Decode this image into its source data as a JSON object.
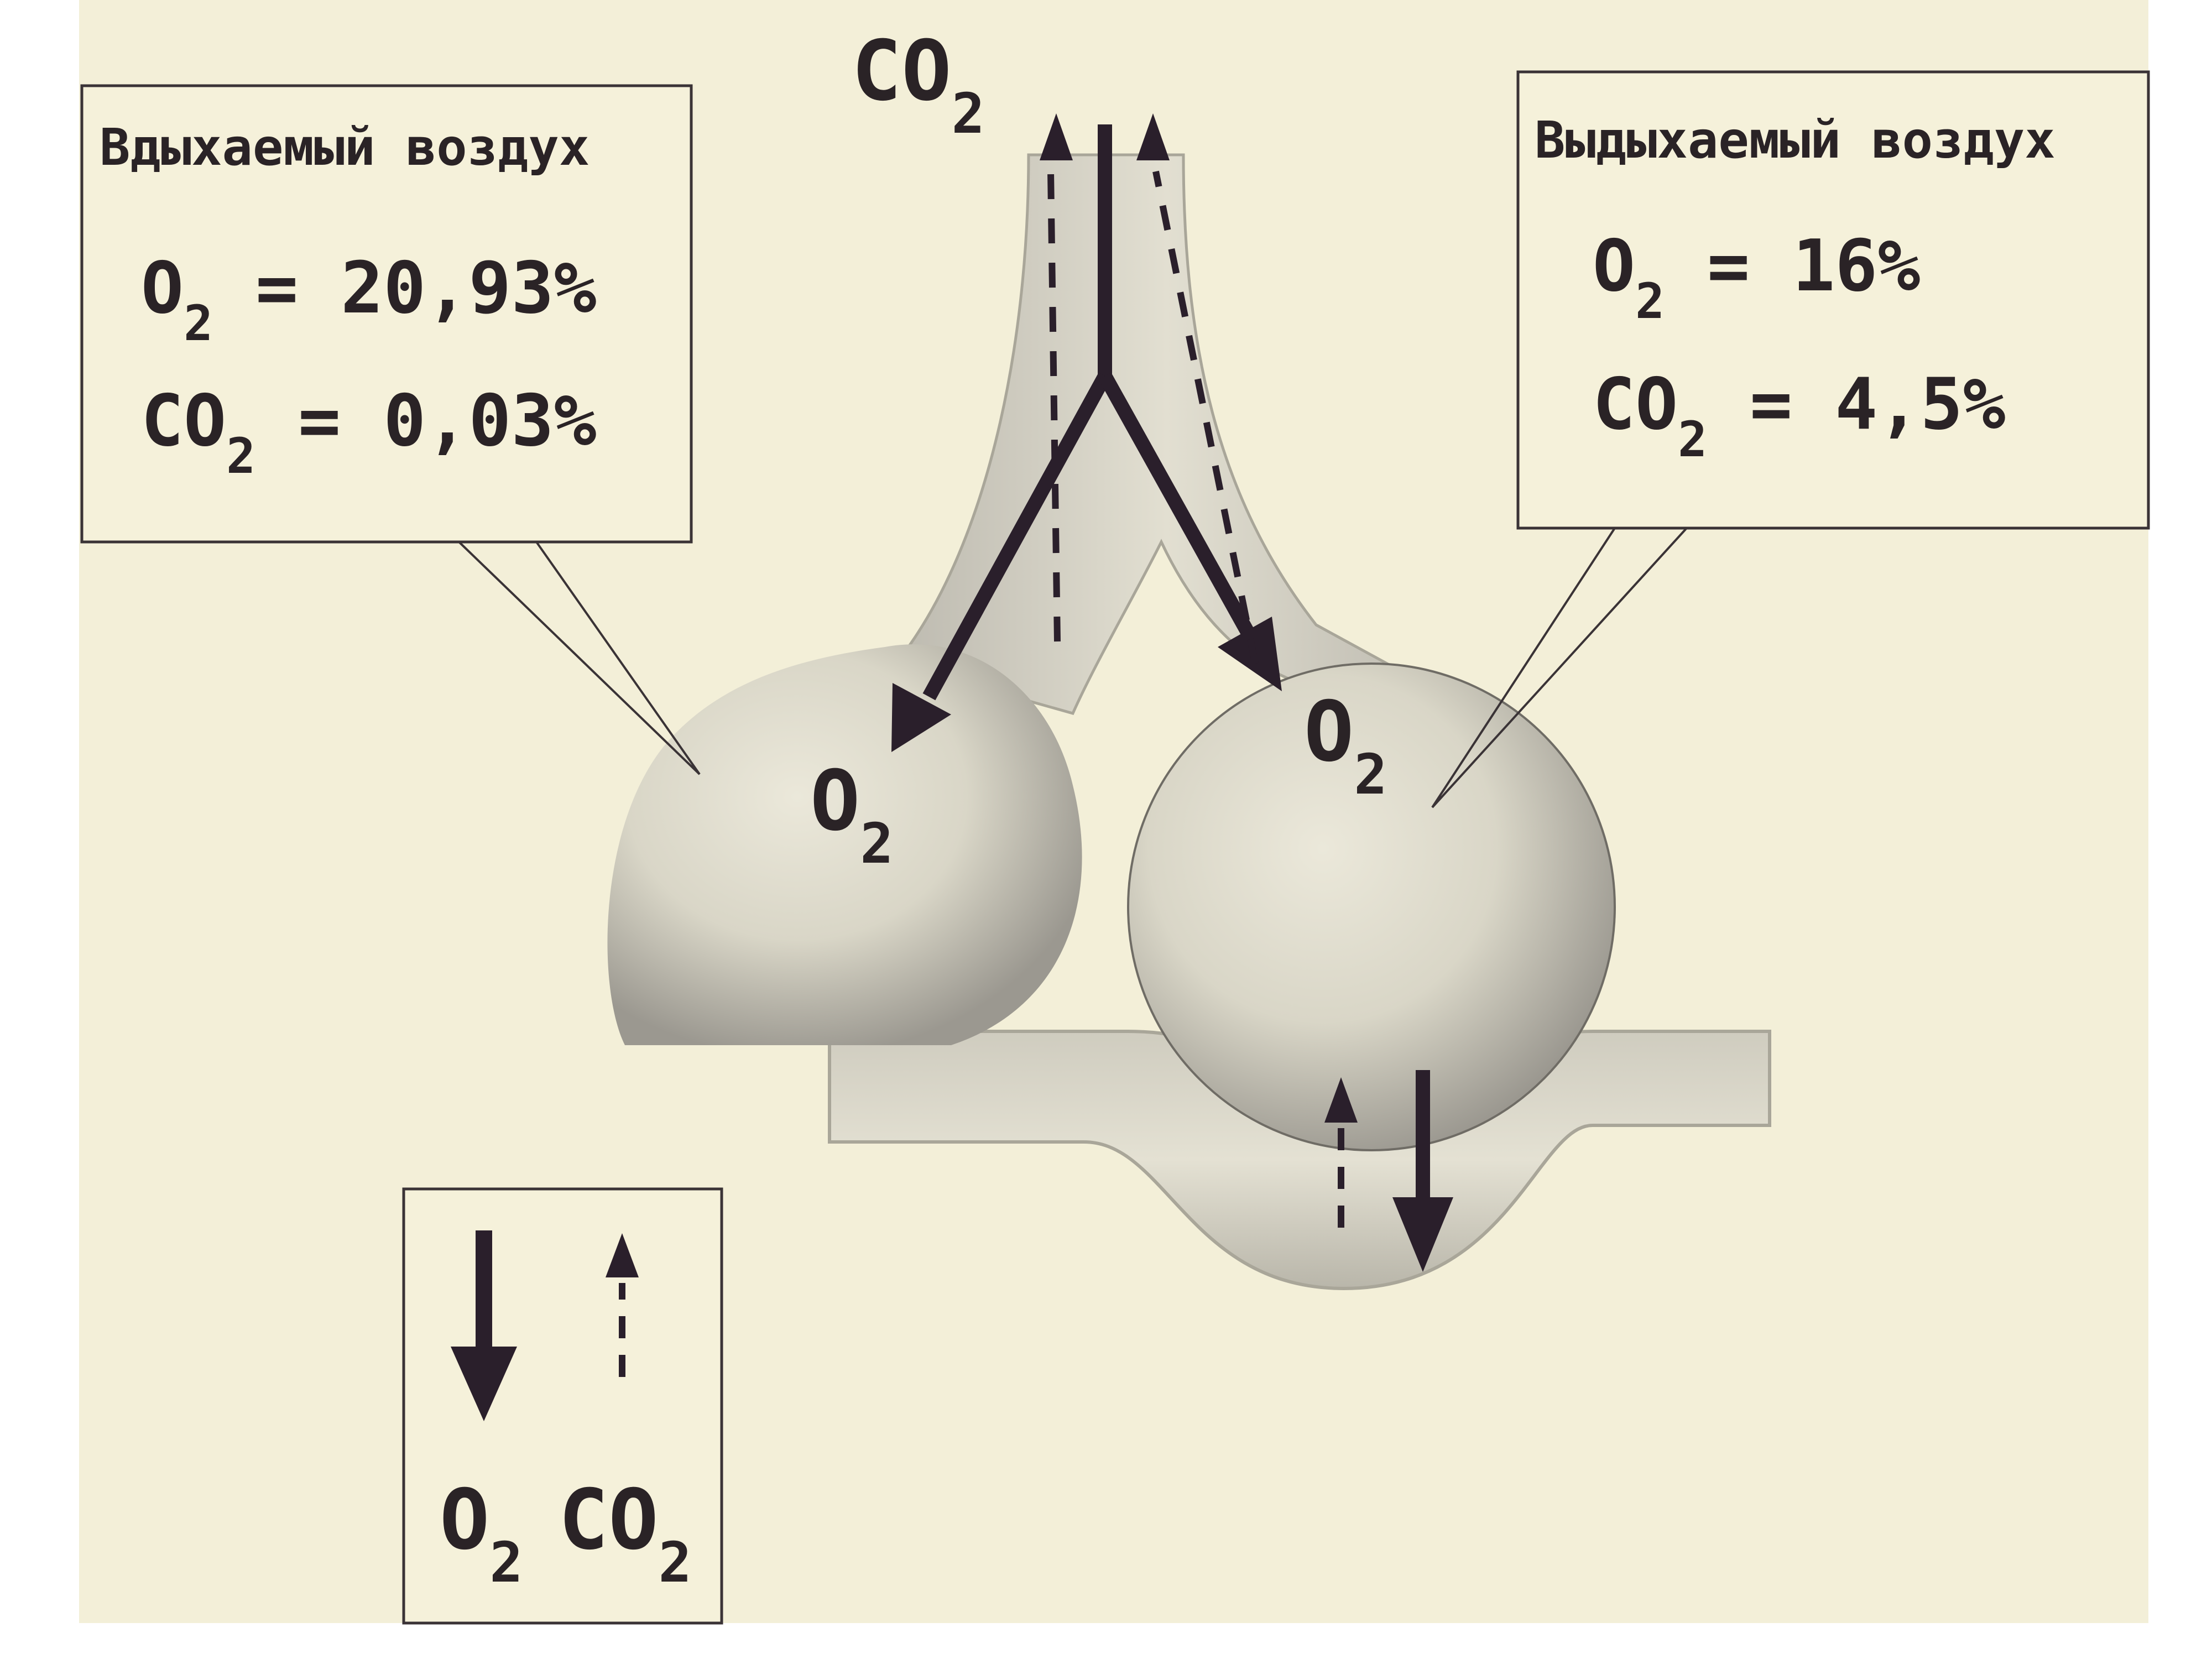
{
  "top_label": {
    "main": "CO",
    "sub": "2"
  },
  "inhaled": {
    "title": "Вдыхаемый воздух",
    "o2": {
      "gas": "O",
      "sub": "2",
      "value": " = 20,93%"
    },
    "co2": {
      "gas": "CO",
      "sub": "2",
      "value": " = 0,03%"
    }
  },
  "exhaled": {
    "title": "Выдыхаемый воздух",
    "o2": {
      "gas": "O",
      "sub": "2",
      "value": " = 16%"
    },
    "co2": {
      "gas": "CO",
      "sub": "2",
      "value": " = 4,5%"
    }
  },
  "alveoli": {
    "left_label": {
      "main": "O",
      "sub": "2"
    },
    "right_label": {
      "main": "O",
      "sub": "2"
    }
  },
  "legend": {
    "o2": {
      "main": "O",
      "sub": "2"
    },
    "co2": {
      "main": "CO",
      "sub": "2"
    }
  },
  "colors": {
    "background": "#f3efd8",
    "alveolus": "#d6d3c3",
    "arrow": "#2a1f2b"
  }
}
